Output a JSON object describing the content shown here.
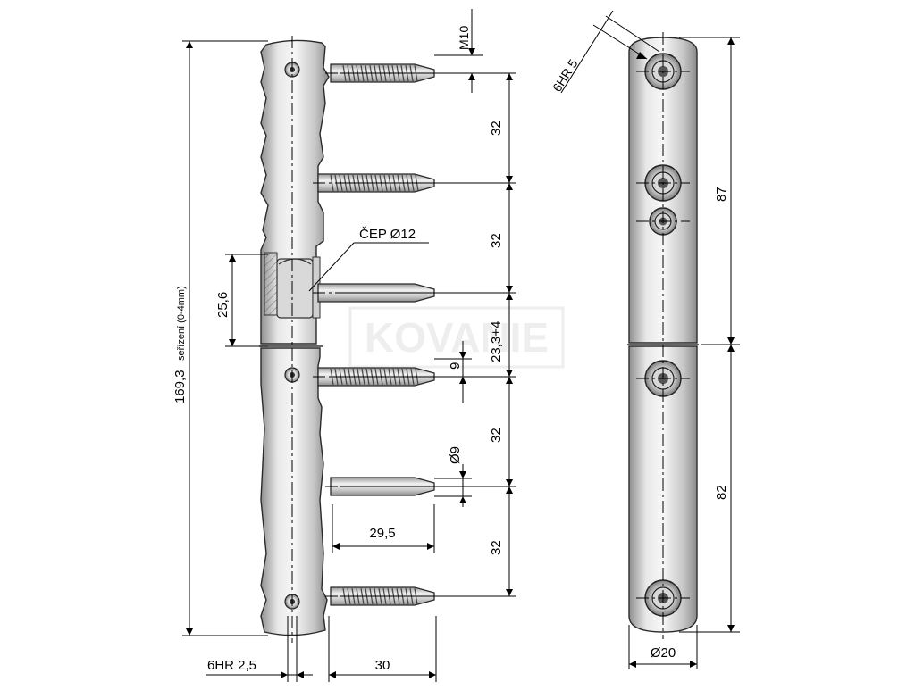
{
  "dimensions": {
    "thread_size": "M10",
    "pin_spacing_1": "32",
    "pin_spacing_2": "32",
    "pin_spacing_3": "23,3+4",
    "pin_spacing_4": "32",
    "pin_spacing_5": "32",
    "pivot_pin": "ČEP Ø12",
    "pivot_height": "25,6",
    "total_height": "169,3",
    "adjustment_note": "seřízení (0-4mm)",
    "pin_offset": "9",
    "pin_diameter": "Ø9",
    "pin_length": "29,5",
    "hex_left": "6HR 2,5",
    "base_length": "30",
    "hex_right": "6HR 5",
    "upper_height": "87",
    "lower_height": "82",
    "body_diameter": "Ø20"
  },
  "watermark": "KOVANIE",
  "colors": {
    "metal_light": "#e9e9e9",
    "metal_mid": "#bdbdbd",
    "metal_dark": "#8a8a8a",
    "outline": "#2a2a2a"
  }
}
